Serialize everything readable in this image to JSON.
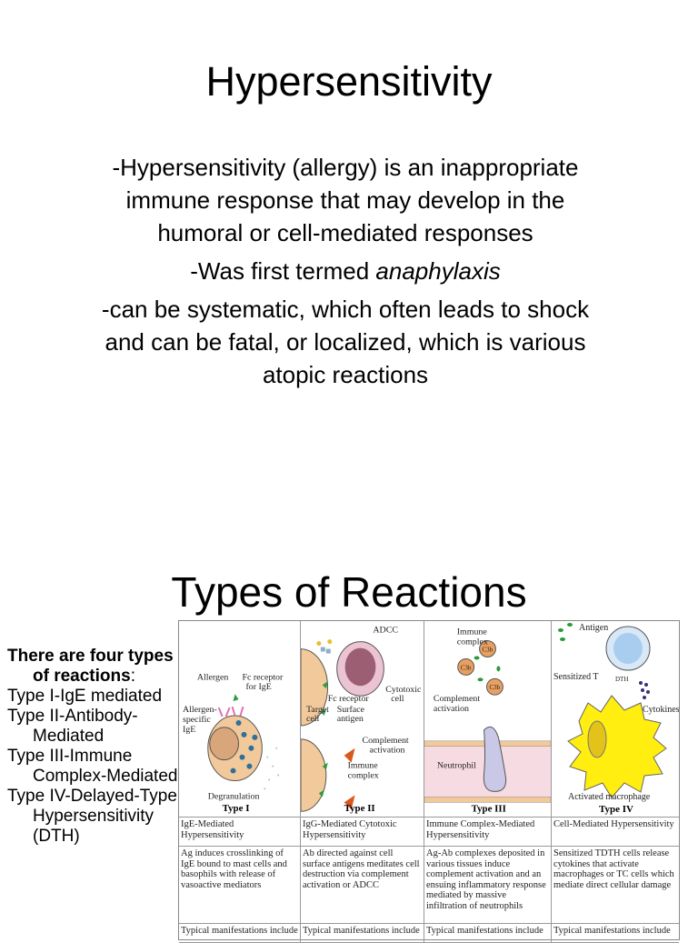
{
  "slide1": {
    "title": "Hypersensitivity",
    "paragraphs": [
      {
        "text": "-Hypersensitivity (allergy) is an inappropriate immune response that may develop in the humoral or cell-mediated responses"
      },
      {
        "prefix": "-Was first termed ",
        "italic": "anaphylaxis"
      },
      {
        "text": "-can be systematic, which often leads to shock and can be fatal, or localized, which is various atopic reactions"
      }
    ]
  },
  "slide2": {
    "title": "Types of Reactions",
    "intro_bold": "There are four types of reactions",
    "intro_colon": ":",
    "types": [
      "Type I-IgE mediated",
      "Type II-Antibody-Mediated",
      "Type III-Immune Complex-Mediated",
      "Type IV-Delayed-Type Hypersensitivity (DTH)"
    ],
    "figure": {
      "panels": [
        {
          "label": "Type I",
          "annotations": [
            "Allergen",
            "Fc receptor",
            "for IgE",
            "Allergen-",
            "specific",
            "IgE",
            "Degranulation"
          ]
        },
        {
          "label": "Type II",
          "annotations": [
            "ADCC",
            "Cytotoxic",
            "cell",
            "Fc receptor",
            "Surface",
            "antigen",
            "Target",
            "cell",
            "Complement",
            "activation",
            "Immune",
            "complex"
          ]
        },
        {
          "label": "Type III",
          "annotations": [
            "Immune",
            "complex",
            "C3b",
            "Complement",
            "activation",
            "Neutrophil"
          ]
        },
        {
          "label": "Type IV",
          "annotations": [
            "Antigen",
            "Sensitized T",
            "DTH",
            "Cytokines",
            "Activated macrophage"
          ]
        }
      ],
      "names": [
        "IgE-Mediated Hypersensitivity",
        "IgG-Mediated Cytotoxic Hypersensitivity",
        "Immune Complex-Mediated Hypersensitivity",
        "Cell-Mediated Hypersensitivity"
      ],
      "mechanisms": [
        "Ag induces crosslinking of IgE bound to mast cells and basophils with release of vasoactive mediators",
        "Ab directed against cell surface antigens meditates cell destruction via complement activation or ADCC",
        "Ag-Ab complexes deposited in various tissues induce complement activation and an ensuing inflammatory response mediated by massive infiltration of neutrophils",
        "Sensitized TDTH cells release cytokines that activate macrophages or TC cells which mediate direct cellular damage"
      ],
      "manifestations": [
        "Typical manifestations include",
        "Typical manifestations include",
        "Typical manifestations include",
        "Typical manifestations include"
      ]
    }
  }
}
